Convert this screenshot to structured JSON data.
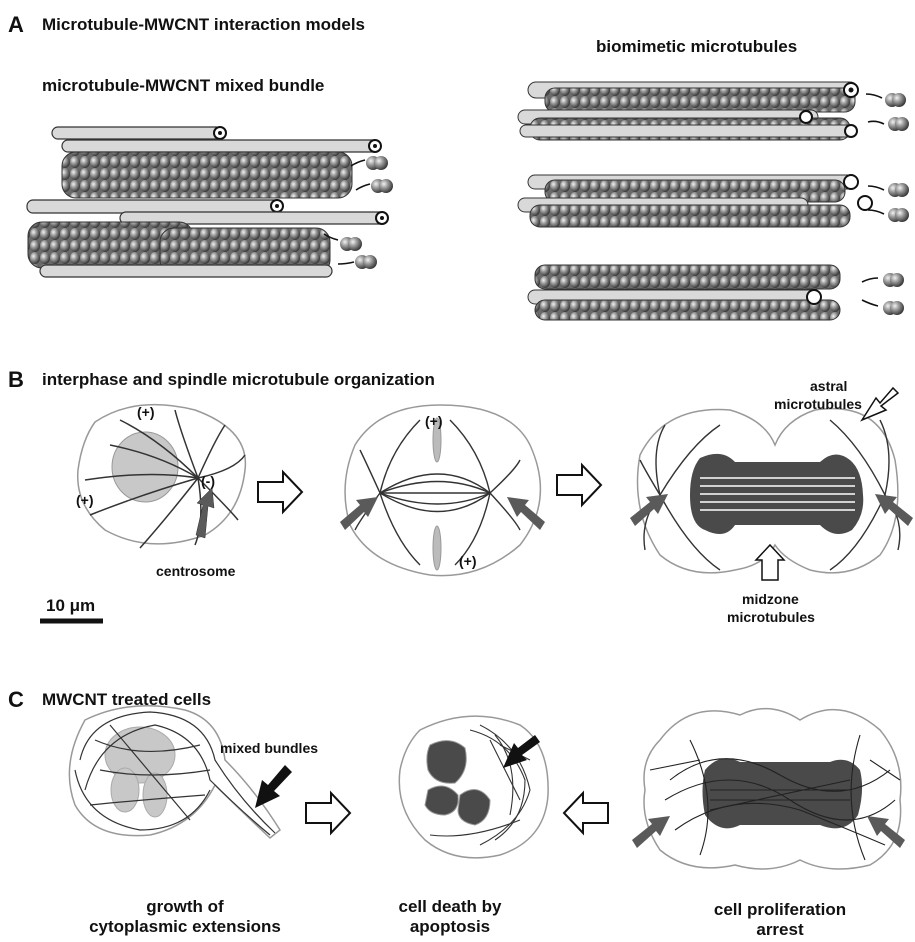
{
  "panel_a": {
    "letter": "A",
    "title": "Microtubule-MWCNT interaction models",
    "left_label": "microtubule-MWCNT mixed bundle",
    "right_label": "biomimetic microtubules"
  },
  "panel_b": {
    "letter": "B",
    "title": "interphase and spindle microtubule organization",
    "plus_label": "(+)",
    "minus_label": "(-)",
    "centrosome_label": "centrosome",
    "astral_label_1": "astral",
    "astral_label_2": "microtubules",
    "midzone_label_1": "midzone",
    "midzone_label_2": "microtubules",
    "scale_label": "10 μm"
  },
  "panel_c": {
    "letter": "C",
    "title": "MWCNT treated cells",
    "mixed_bundles_label": "mixed bundles",
    "caption_1a": "growth of",
    "caption_1b": "cytoplasmic extensions",
    "caption_2a": "cell death by",
    "caption_2b": "apoptosis",
    "caption_3a": "cell proliferation",
    "caption_3b": "arrest"
  },
  "colors": {
    "tube_fill": "#d9d9d9",
    "bead_dark": "#555555",
    "cell_outline": "#9a9a9a",
    "arrow_dark": "#5a5a5a",
    "nucleus_light": "#c8c8c8",
    "chromosome_dark": "#4a4a4a"
  }
}
